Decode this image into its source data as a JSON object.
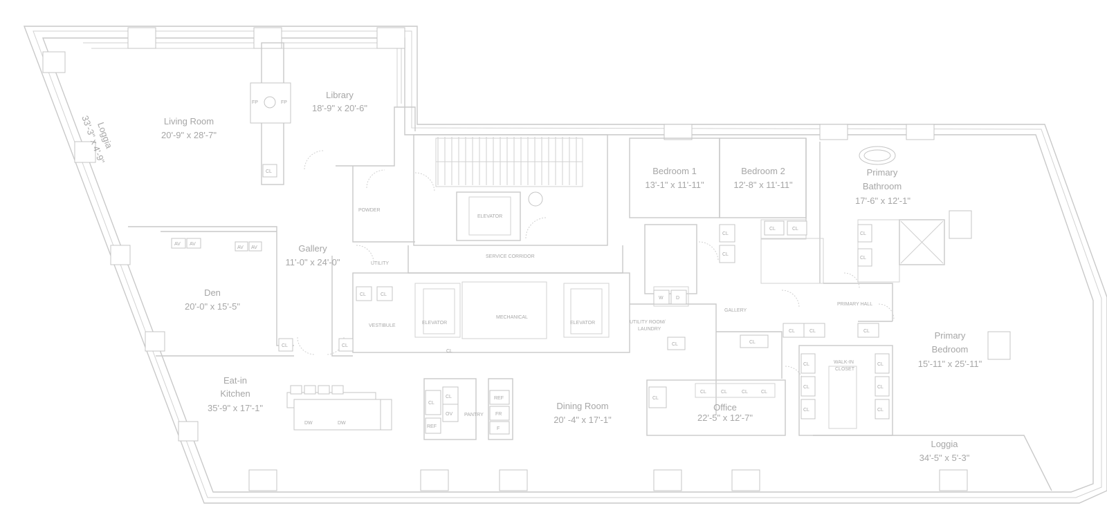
{
  "rooms": {
    "living_room": {
      "name": "Living Room",
      "dim": "20'-9\" x 28'-7\""
    },
    "library": {
      "name": "Library",
      "dim": "18'-9\" x 20'-6\""
    },
    "loggia_west": {
      "name": "Loggia",
      "dim": "33'-3\" x 4'-9\""
    },
    "bedroom_1": {
      "name": "Bedroom 1",
      "dim": "13'-1\" x 11'-11\""
    },
    "bedroom_2": {
      "name": "Bedroom 2",
      "dim": "12'-8\" x 11'-11\""
    },
    "primary_bathroom": {
      "name_line1": "Primary",
      "name_line2": "Bathroom",
      "dim": "17'-6\" x 12'-1\""
    },
    "gallery": {
      "name": "Gallery",
      "dim": "11'-0\" x 24'-0\""
    },
    "den": {
      "name": "Den",
      "dim": "20'-0\" x 15'-5\""
    },
    "primary_bedroom": {
      "name_line1": "Primary",
      "name_line2": "Bedroom",
      "dim": "15'-11\" x 25'-11\""
    },
    "kitchen": {
      "name_line1": "Eat-in",
      "name_line2": "Kitchen",
      "dim": "35'-9\" x 17'-1\""
    },
    "dining_room": {
      "name": "Dining Room",
      "dim": "20' -4\" x 17'-1\""
    },
    "office": {
      "name": "Office",
      "dim": "22'-5\" x 12'-7\""
    },
    "loggia_south": {
      "name": "Loggia",
      "dim": "34'-5\" x 5'-3\""
    }
  },
  "labels": {
    "elevator": "ELEVATOR",
    "service_corridor": "SERVICE CORRIDOR",
    "powder": "POWDER",
    "utility": "UTILITY",
    "vestibule": "VESTIBULE",
    "mechanical": "MECHANICAL",
    "utility_laundry_1": "UTILITY ROOM/",
    "utility_laundry_2": "LAUNDRY",
    "gallery_small": "GALLERY",
    "primary_hall": "PRIMARY HALL",
    "walk_in_1": "WALK-IN",
    "walk_in_2": "CLOSET",
    "pantry": "PANTRY",
    "cl": "CL",
    "av": "AV",
    "fp": "FP",
    "dw": "DW",
    "ref": "REF",
    "fr": "FR",
    "ov": "OV",
    "f": "F",
    "w": "W",
    "d": "D"
  },
  "colors": {
    "wall": "#c9c9c9",
    "text": "#a6a6a6",
    "dim_x": "#d9a6a6"
  }
}
